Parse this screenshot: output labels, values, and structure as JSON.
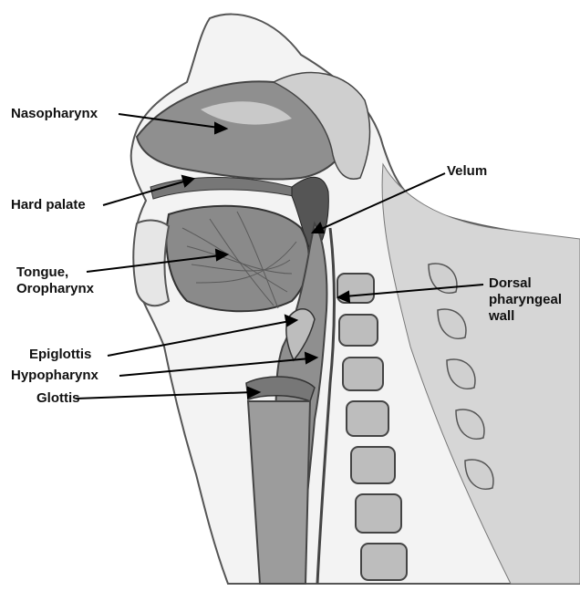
{
  "labels": {
    "nasopharynx": "Nasopharynx",
    "hard_palate": "Hard palate",
    "tongue": [
      "Tongue,",
      "Oropharynx"
    ],
    "epiglottis": "Epiglottis",
    "hypopharynx": "Hypopharynx",
    "glottis": "Glottis",
    "velum": "Velum",
    "dorsal_wall": [
      "Dorsal",
      "pharyngeal",
      "wall"
    ]
  },
  "colors": {
    "airway": "#8f8f8f",
    "airway_light": "#c9c9c9",
    "tissue": "#ffffff",
    "tissue_line": "#555555",
    "bone": "#bdbdbd",
    "text": "#111111"
  }
}
